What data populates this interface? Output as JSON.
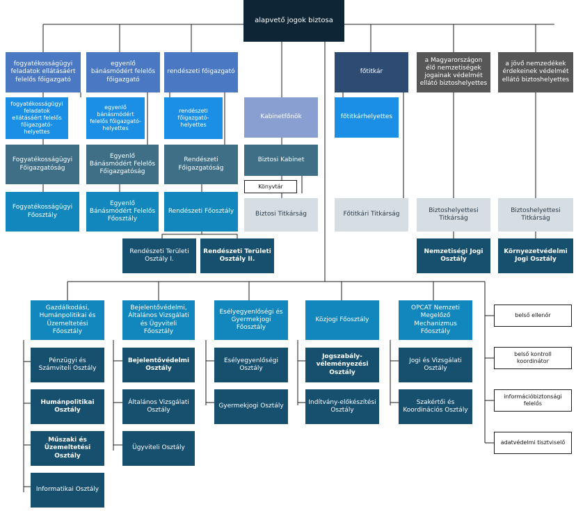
{
  "nodes": {
    "root": "alapvető jogok biztosa",
    "fogyatekossagi_fo": "fogyatékosságügyi feladatok ellátásáért felelős főigazgató",
    "egyenlo_fo": "egyenlő bánásmódért felelős főigazgató",
    "rendeszeti_fo": "rendészeti főigazgató",
    "fotitkar": "főtitkár",
    "nemzetisegi_helyettes": "a Magyarországon élő nemzetiségek jogainak védelmét ellátó biztoshelyettes",
    "jovo_helyettes": "a jövő nemzedékek érdekeinek védelmét ellátó biztoshelyettes",
    "fogyatekossagi_helyettes": "fogyatékosságügyi feladatok ellátásáért felelős főigazgató-helyettes",
    "egyenlo_helyettes": "egyenlő bánásmódért felelős főigazgató-helyettes",
    "rendeszeti_helyettes": "rendészeti főigazgató-helyettes",
    "kabinetfonok": "Kabinetfőnök",
    "fotitkarhelyettes": "főtitkárhelyettes",
    "fogyatekossagi_figazg": "Fogyatékosságügyi Főigazgatóság",
    "egyenlo_figazg": "Egyenlő Bánásmódért Felelős Főigazgatóság",
    "rendeszeti_figazg": "Rendészeti Főigazgatóság",
    "biztosi_kabinet": "Biztosi Kabinet",
    "konyvtar": "Könyvtár",
    "fogyatekossagi_foosztaly": "Fogyatékosságügyi Főosztály",
    "egyenlo_foosztaly": "Egyenlő Bánásmódért Felelős Főosztály",
    "rendeszeti_foosztaly": "Rendészeti Főosztály",
    "biztosi_titkarsag": "Biztosi Titkárság",
    "fotitkari_titkarsag": "Főtitkári Titkárság",
    "biztoshelyettesi_titkarsag_1": "Biztoshelyettesi Titkárság",
    "biztoshelyettesi_titkarsag_2": "Biztoshelyettesi Titkárság",
    "teruleti_1": "Rendészeti Területi Osztály I.",
    "teruleti_2": "Rendészeti Területi Osztály II.",
    "nemzetisegi_jogi": "Nemzetiségi Jogi Osztály",
    "kornyezetvedelmi_jogi": "Környezetvédelmi Jogi Osztály",
    "gazdalkodasi": "Gazdálkodási, Humánpolitikai és Üzemeltetési Főosztály",
    "penzugyi": "Pénzügyi és Számviteli Osztály",
    "humanpolitikai": "Humánpolitikai Osztály",
    "muszaki": "Műszaki és Üzemeltetési Osztály",
    "informatikai": "Informatikai Osztály",
    "bejelentovedelmi_fo": "Bejelentővédelmi, Általános Vizsgálati és Ügyviteli Főosztály",
    "bejelentovedelmi_o": "Bejelentővédelmi Osztály",
    "altalanos_vizsgalati": "Általános Vizsgálati Osztály",
    "ugyviteli": "Ügyviteli Osztály",
    "eselyegyenlosegi_fo": "Esélyegyenlőségi és Gyermekjogi Főosztály",
    "eselyegyenlosegi_o": "Esélyegyenlőségi Osztály",
    "gyermekjogi": "Gyermekjogi Osztály",
    "kozjogi_fo": "Közjogi Főosztály",
    "jogszabaly": "Jogszabály-véleményezési Osztály",
    "inditvany": "Indítvány-előkészítési Osztály",
    "opcat_fo": "OPCAT Nemzeti Megelőző Mechanizmus Főosztály",
    "jogi_vizsgalati": "Jogi és Vizsgálati Osztály",
    "szakertoi": "Szakértői és Koordinációs Osztály",
    "belso_ellenor": "belső ellenőr",
    "belso_kontroll": "belső kontroll koordinátor",
    "informaciobiztonsagi": "információbiztonsági felelős",
    "adatvedelmi": "adatvédelmi tisztviselő"
  }
}
